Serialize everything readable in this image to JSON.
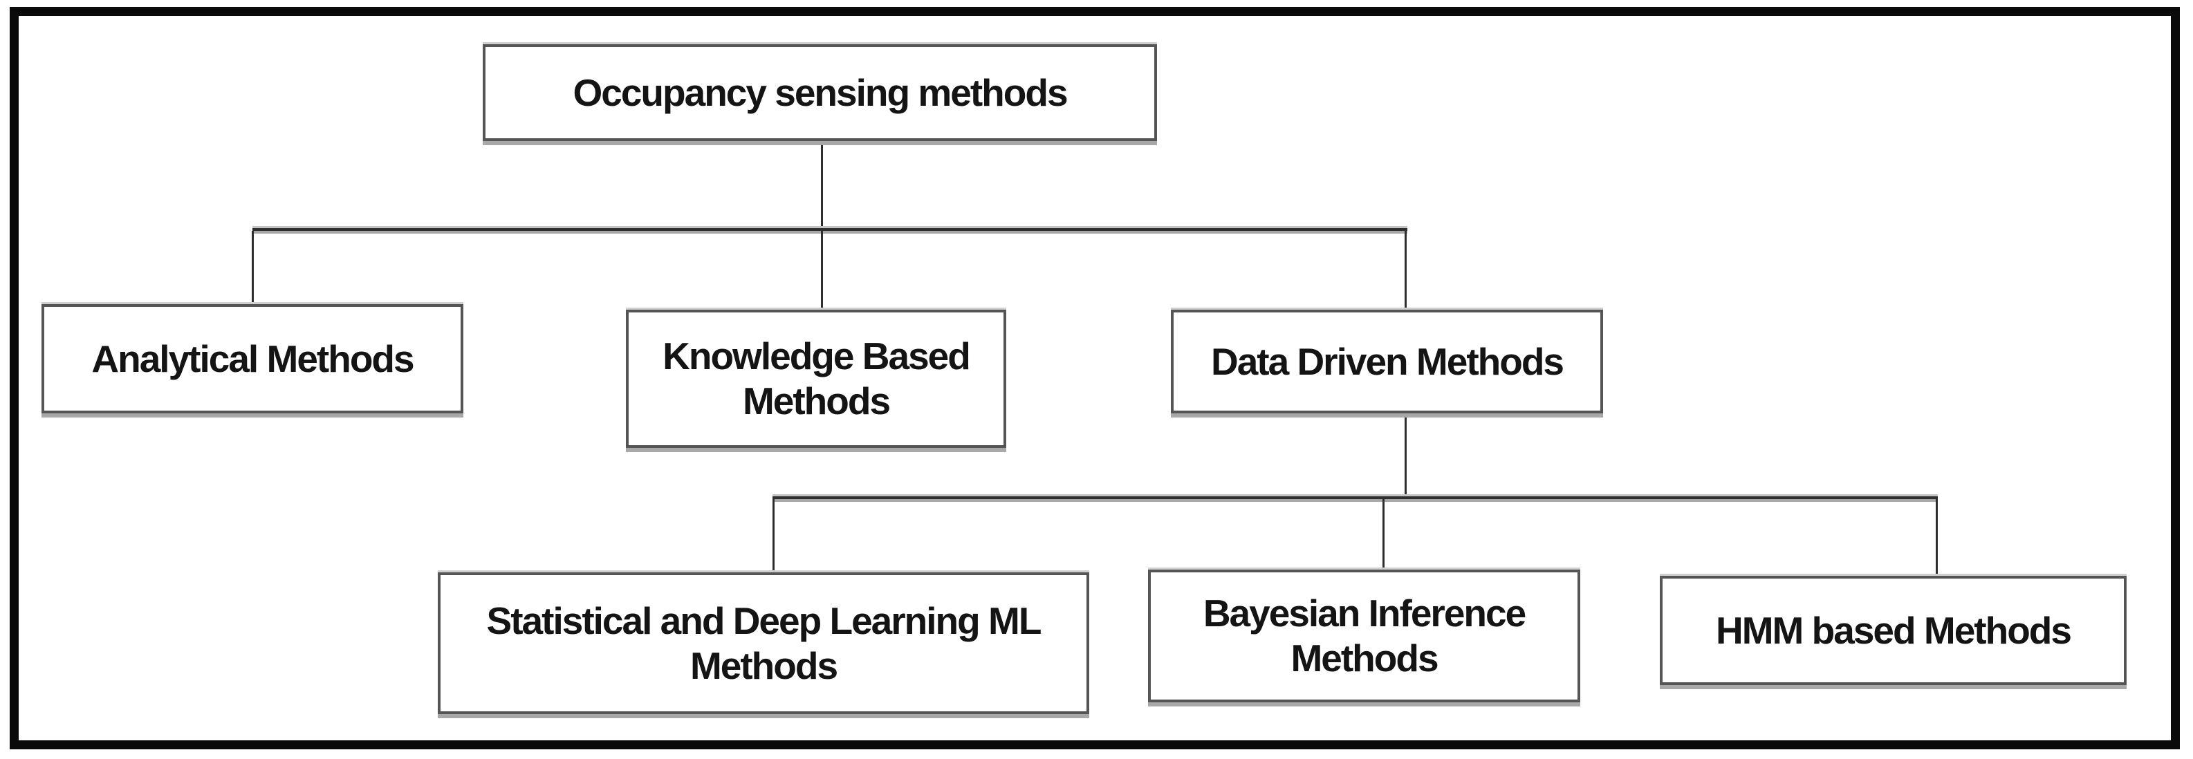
{
  "diagram": {
    "type": "hierarchy-tree",
    "nodes": {
      "root": {
        "label": "Occupancy sensing methods",
        "level": 0
      },
      "analytical": {
        "label": "Analytical Methods",
        "level": 1,
        "parent": "root"
      },
      "knowledge": {
        "label": "Knowledge Based Methods",
        "level": 1,
        "parent": "root"
      },
      "data_driven": {
        "label": "Data Driven Methods",
        "level": 1,
        "parent": "root"
      },
      "statistical": {
        "label": "Statistical and Deep Learning ML Methods",
        "level": 2,
        "parent": "data_driven"
      },
      "bayesian": {
        "label": "Bayesian Inference Methods",
        "level": 2,
        "parent": "data_driven"
      },
      "hmm": {
        "label": "HMM based Methods",
        "level": 2,
        "parent": "data_driven"
      }
    },
    "hierarchy": {
      "Occupancy sensing methods": [
        "Analytical Methods",
        "Knowledge Based Methods",
        "Data Driven Methods"
      ],
      "Data Driven Methods": [
        "Statistical and Deep Learning ML Methods",
        "Bayesian Inference Methods",
        "HMM based Methods"
      ]
    },
    "colors": {
      "outer_border": "#0a0a0a",
      "box_background": "#ffffff",
      "box_border": "#555555",
      "shadow": "#a8a8a8",
      "line": "#2e2e2e",
      "text": "#141414"
    }
  }
}
